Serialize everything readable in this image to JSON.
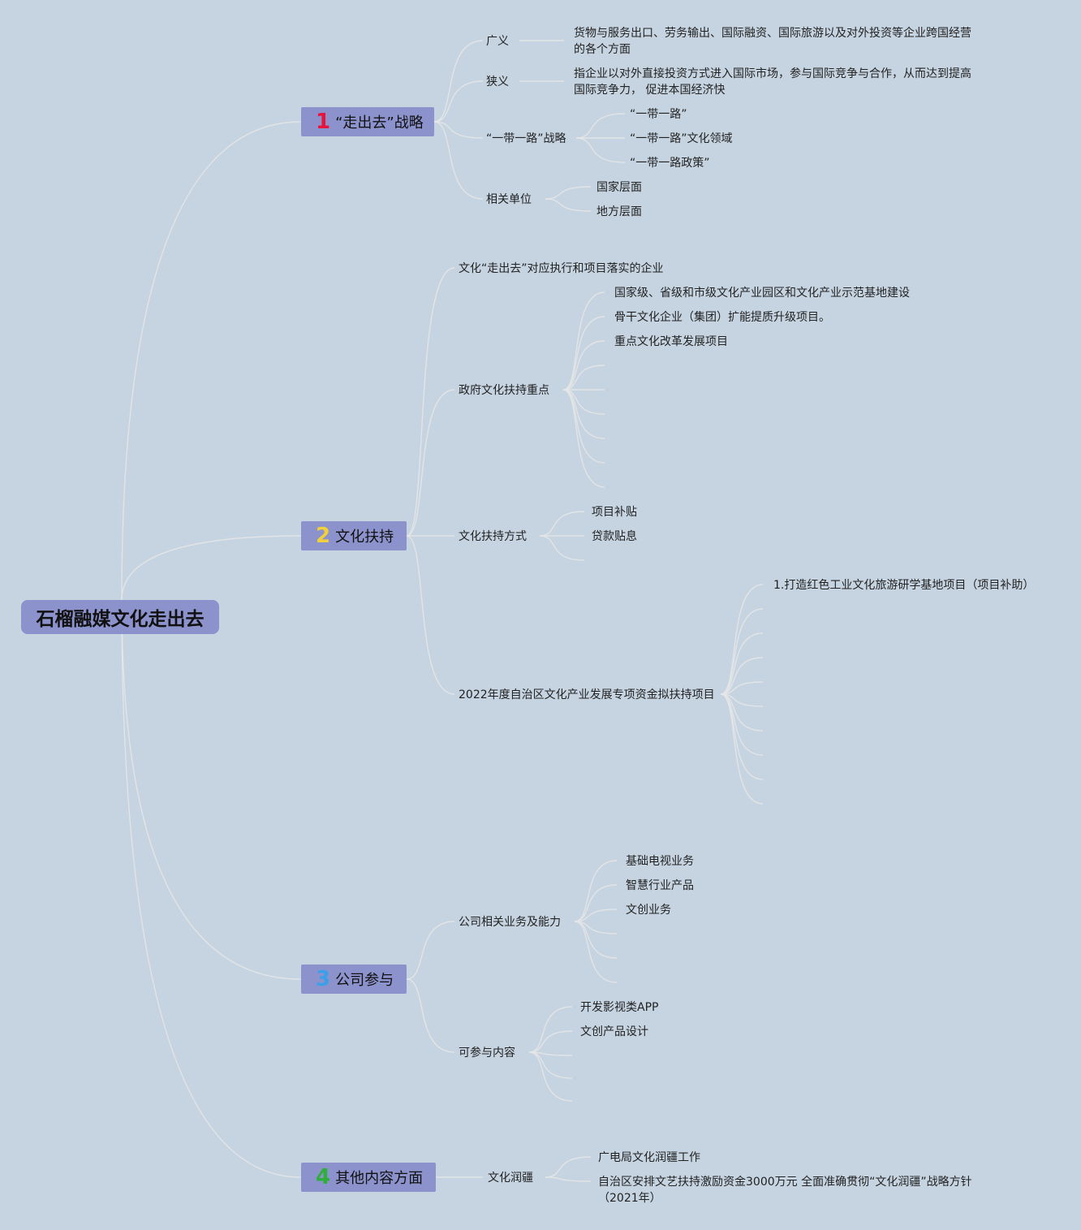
{
  "root": {
    "title": "石榴融媒文化走出去"
  },
  "colors": {
    "accent": "#8b92cc",
    "num1": "#e8143c",
    "num2": "#f2d03a",
    "num3": "#3aa0ea",
    "num4": "#2fae3a",
    "link": "#e6e6e6"
  },
  "branches": [
    {
      "num": "1",
      "label": "“走出去”战略",
      "children": [
        {
          "label": "广义",
          "children": [
            "货物与服务出口、劳务输出、国际融资、国际旅游以及对外投资等企业跨国经营的各个方面"
          ]
        },
        {
          "label": "狭义",
          "children": [
            "指企业以对外直接投资方式进入国际市场，参与国际竞争与合作，从而达到提高国际竞争力， 促进本国经济快"
          ]
        },
        {
          "label": "“一带一路”战略",
          "children": [
            "“一带一路”",
            "“一带一路”文化领域",
            "“一带一路政策”"
          ]
        },
        {
          "label": "相关单位",
          "children": [
            "国家层面",
            "地方层面"
          ]
        }
      ]
    },
    {
      "num": "2",
      "label": "文化扶持",
      "children": [
        {
          "label": "文化“走出去”对应执行和项目落实的企业",
          "children": []
        },
        {
          "label": "政府文化扶持重点",
          "children": [
            "国家级、省级和市级文化产业园区和文化产业示范基地建设",
            "骨干文化企业（集团）扩能提质升级项目。",
            "重点文化改革发展项目"
          ]
        },
        {
          "label": "文化扶持方式",
          "children": [
            "项目补贴",
            "贷款贴息"
          ]
        },
        {
          "label": "2022年度自治区文化产业发展专项资金拟扶持项目",
          "children": [
            "1.打造红色工业文化旅游研学基地项目（项目补助）"
          ]
        }
      ]
    },
    {
      "num": "3",
      "label": "公司参与",
      "children": [
        {
          "label": "公司相关业务及能力",
          "children": [
            "基础电视业务",
            "智慧行业产品",
            "文创业务"
          ]
        },
        {
          "label": "可参与内容",
          "children": [
            "开发影视类APP",
            "文创产品设计"
          ]
        }
      ]
    },
    {
      "num": "4",
      "label": "其他内容方面",
      "children": [
        {
          "label": "文化润疆",
          "children": [
            "广电局文化润疆工作",
            "自治区安排文艺扶持激励资金3000万元 全面准确贯彻“文化润疆”战略方针（2021年）"
          ]
        }
      ]
    }
  ]
}
